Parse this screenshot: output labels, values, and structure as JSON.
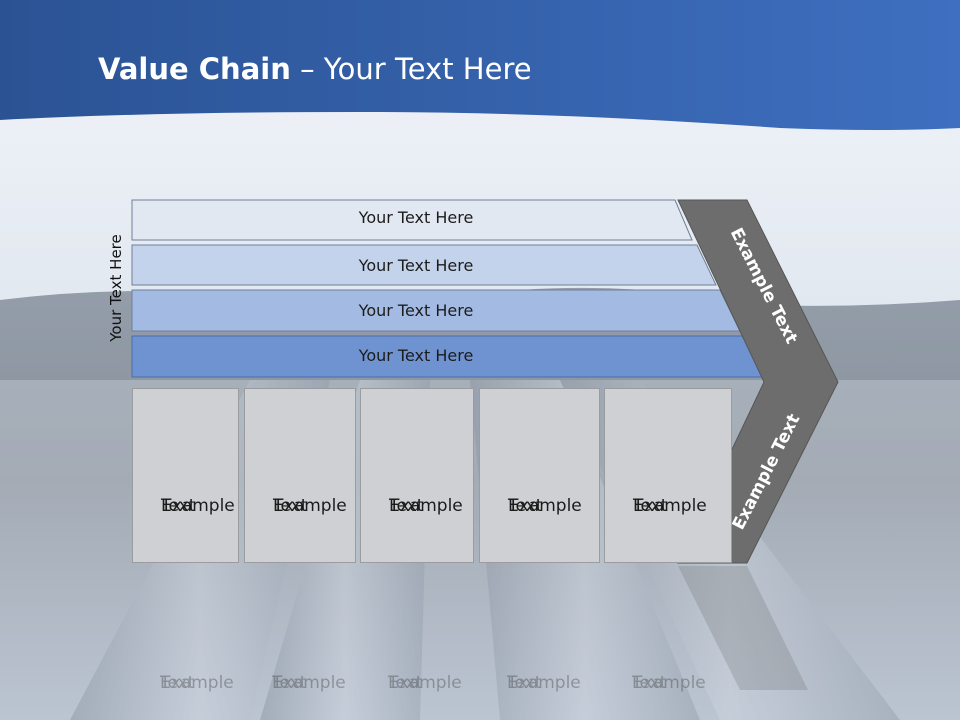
{
  "title": {
    "bold": "Value Chain",
    "rest": " – Your Text Here"
  },
  "side_label": "Your Text Here",
  "bands": [
    {
      "label": "Your Text Here",
      "color": "#e2e8f2"
    },
    {
      "label": "Your Text Here",
      "color": "#c4d3ec"
    },
    {
      "label": "Your Text Here",
      "color": "#a3bbe3"
    },
    {
      "label": "Your Text Here",
      "color": "#6f93d0"
    }
  ],
  "boxes": [
    {
      "line1": "Example",
      "line2": "Text"
    },
    {
      "line1": "Example",
      "line2": "Text"
    },
    {
      "line1": "Example",
      "line2": "Text"
    },
    {
      "line1": "Example",
      "line2": "Text"
    },
    {
      "line1": "Example",
      "line2": "Text"
    }
  ],
  "chevron": {
    "upper": "Example Text",
    "lower": "Example Text",
    "color": "#6d6d6d"
  },
  "colors": {
    "header_blue": "#3a67b0",
    "sky": "#e7edf4"
  }
}
